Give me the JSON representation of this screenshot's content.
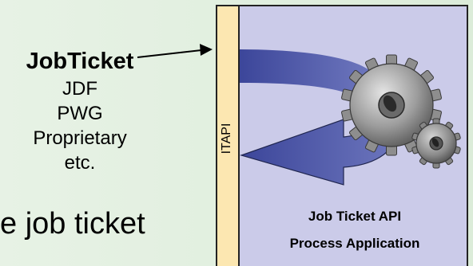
{
  "input": {
    "title": "JobTicket",
    "formats": [
      "JDF",
      "PWG",
      "Proprietary",
      "etc."
    ]
  },
  "partial_text": "e job ticket",
  "interface_label": "ITAPI",
  "process": {
    "line1": "Job Ticket API",
    "line2": "Process Application"
  },
  "colors": {
    "background": "#e1efe1",
    "panel": "#cbcbe9",
    "interface_bar": "#fce7b1",
    "flow_arrow": "#4f5aa8"
  },
  "icons": [
    "gear-icon"
  ]
}
